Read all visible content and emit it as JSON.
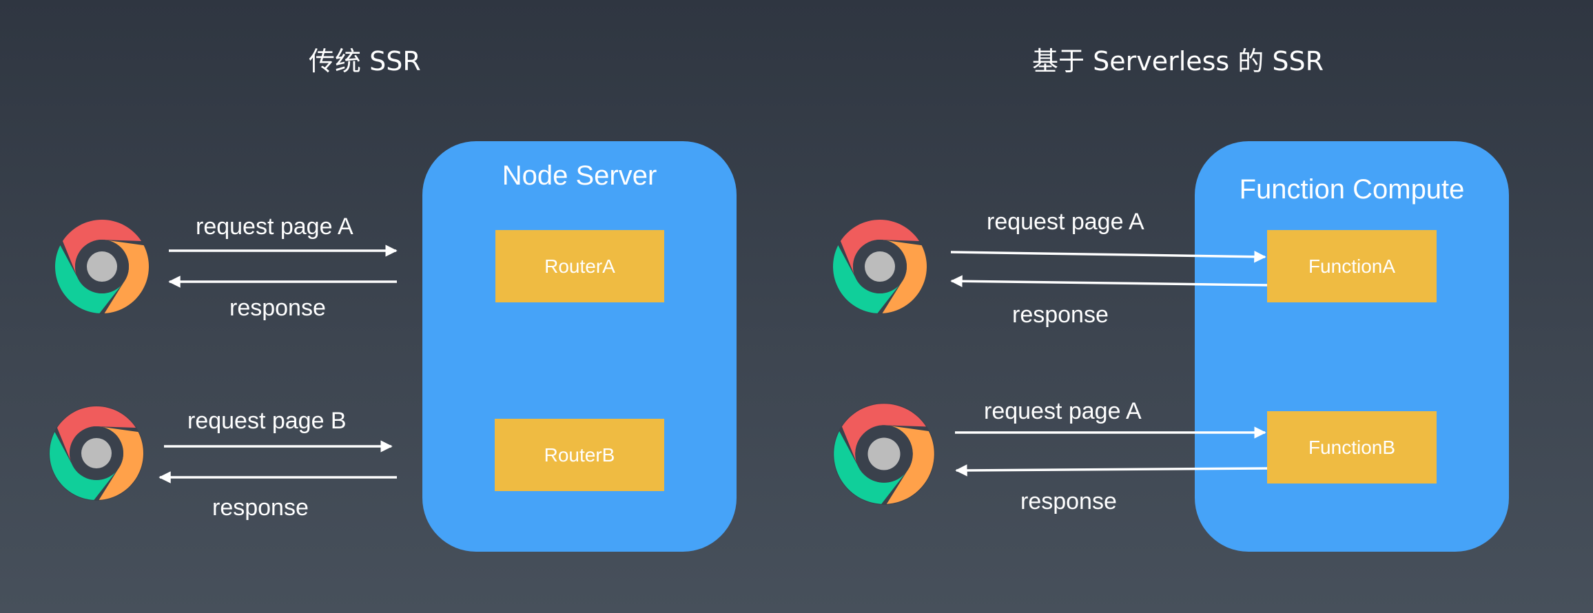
{
  "left": {
    "title": "传统 SSR",
    "server": {
      "title": "Node Server",
      "routes": [
        "RouterA",
        "RouterB"
      ]
    },
    "flows": [
      {
        "request": "request  page A",
        "response": "response"
      },
      {
        "request": "request  page B",
        "response": "response"
      }
    ]
  },
  "right": {
    "title": "基于 Serverless 的 SSR",
    "server": {
      "title": "Function Compute",
      "functions": [
        "FunctionA",
        "FunctionB"
      ]
    },
    "flows": [
      {
        "request": "request  page A",
        "response": "response"
      },
      {
        "request": "request  page A",
        "response": "response"
      }
    ]
  },
  "colors": {
    "background_top": "#2f3641",
    "server_box": "#46a3f8",
    "route_box": "#efbb42",
    "chrome_red": "#f05c5c",
    "chrome_green": "#10cf9a",
    "chrome_orange": "#ffa14a",
    "chrome_center": "#bcbcbc"
  },
  "icons": [
    "chrome-browser-icon"
  ]
}
